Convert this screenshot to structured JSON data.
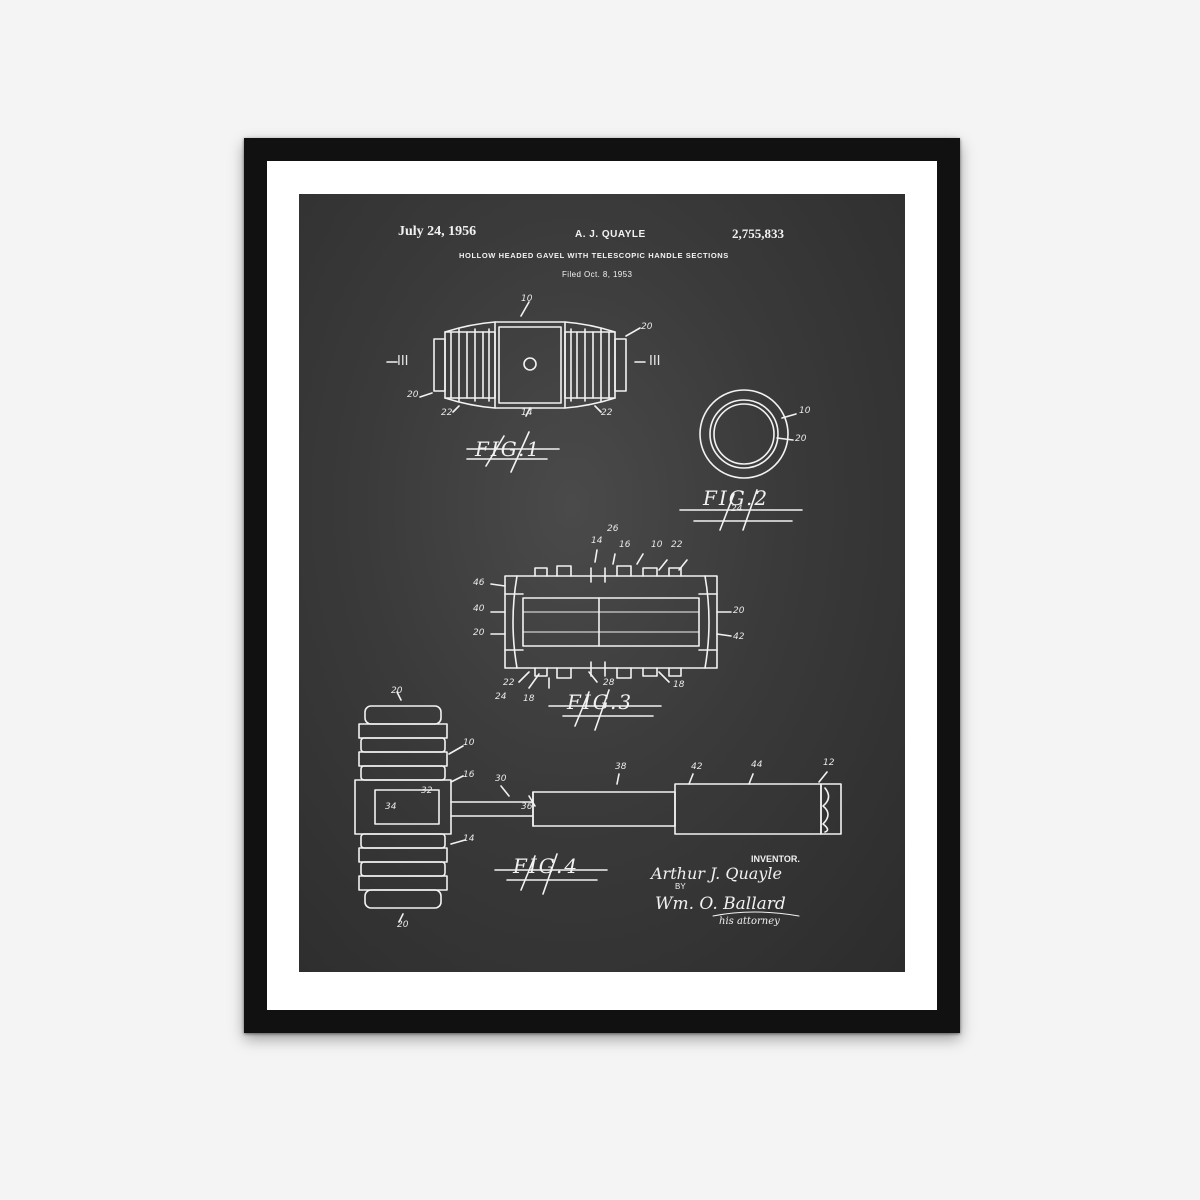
{
  "header": {
    "date": "July 24, 1956",
    "inventor_name": "A. J. QUAYLE",
    "patent_number": "2,755,833",
    "title": "HOLLOW HEADED GAVEL WITH TELESCOPIC HANDLE SECTIONS",
    "filed": "Filed Oct. 8, 1953"
  },
  "figures": {
    "fig1": "FIG.1",
    "fig2": "FIG.2",
    "fig3": "FIG.3",
    "fig4": "FIG.4",
    "section_mark_left": "III",
    "section_mark_right": "III"
  },
  "refs": {
    "r10": "10",
    "r12": "12",
    "r14": "14",
    "r16": "16",
    "r18": "18",
    "r20": "20",
    "r22": "22",
    "r24": "24",
    "r26": "26",
    "r28": "28",
    "r30": "30",
    "r32": "32",
    "r34": "34",
    "r36": "36",
    "r38": "38",
    "r40": "40",
    "r42": "42",
    "r44": "44",
    "r46": "46"
  },
  "signature": {
    "inventor_label": "INVENTOR.",
    "inventor": "Arthur J. Quayle",
    "by": "BY",
    "attorney": "Wm. O. Ballard",
    "attorney_role": "his attorney"
  },
  "colors": {
    "frame": "#111111",
    "mat": "#ffffff",
    "chalkboard": "#3a3a3a",
    "ink": "#f2f2f2",
    "wall": "#f4f4f4"
  }
}
